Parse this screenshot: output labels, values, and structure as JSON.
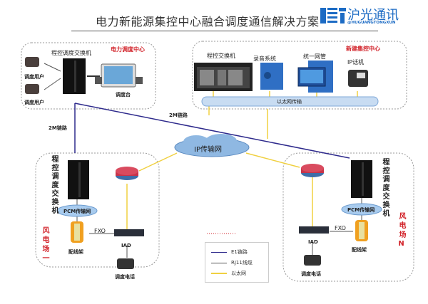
{
  "header": {
    "title": "电力新能源集控中心融合调度通信解决方案",
    "logo_cn": "沪光通讯",
    "logo_en": "@HUGUANGTONGXUN",
    "logo_icon": "hg-logo-icon"
  },
  "colors": {
    "e1_link": "#2e2a8c",
    "rj11": "#555555",
    "ethernet": "#f0d040",
    "zone_label": "#d2232a",
    "brand": "#1c6bc4"
  },
  "dispatch_center": {
    "label": "电力调度中心",
    "switch_label": "程控调度交换机",
    "user1": "调度用户",
    "user2": "调度用户",
    "console_label": "调度台"
  },
  "control_center": {
    "label": "新建集控中心",
    "switch_label": "程控交换机",
    "recording_label": "录音系统",
    "nms_label": "统一网管",
    "ipphone_label": "IP话机",
    "bus_label": "以太网传输"
  },
  "links": {
    "left_2m": "2M链路",
    "mid_2m": "2M链路",
    "ip_network": "IP传输网"
  },
  "site_one": {
    "zone_label": "风电场一",
    "switch_label": "程控调度交换机",
    "pcm_label": "PCM传输网",
    "frame_label": "配线架",
    "fxo_label": "FXO",
    "iad_label": "IAD",
    "phone_label": "调度电话"
  },
  "site_n": {
    "zone_label": "风电场N",
    "switch_label": "程控调度交换机",
    "pcm_label": "PCM传输网",
    "frame_label": "配线架",
    "fxo_label": "FXO",
    "iad_label": "IAD",
    "phone_label": "调度电话"
  },
  "legend": {
    "items": [
      {
        "label": "E1链路",
        "color": "#2e2a8c"
      },
      {
        "label": "RJ11线缆",
        "color": "#555555"
      },
      {
        "label": "以太网",
        "color": "#f0d040"
      }
    ]
  }
}
